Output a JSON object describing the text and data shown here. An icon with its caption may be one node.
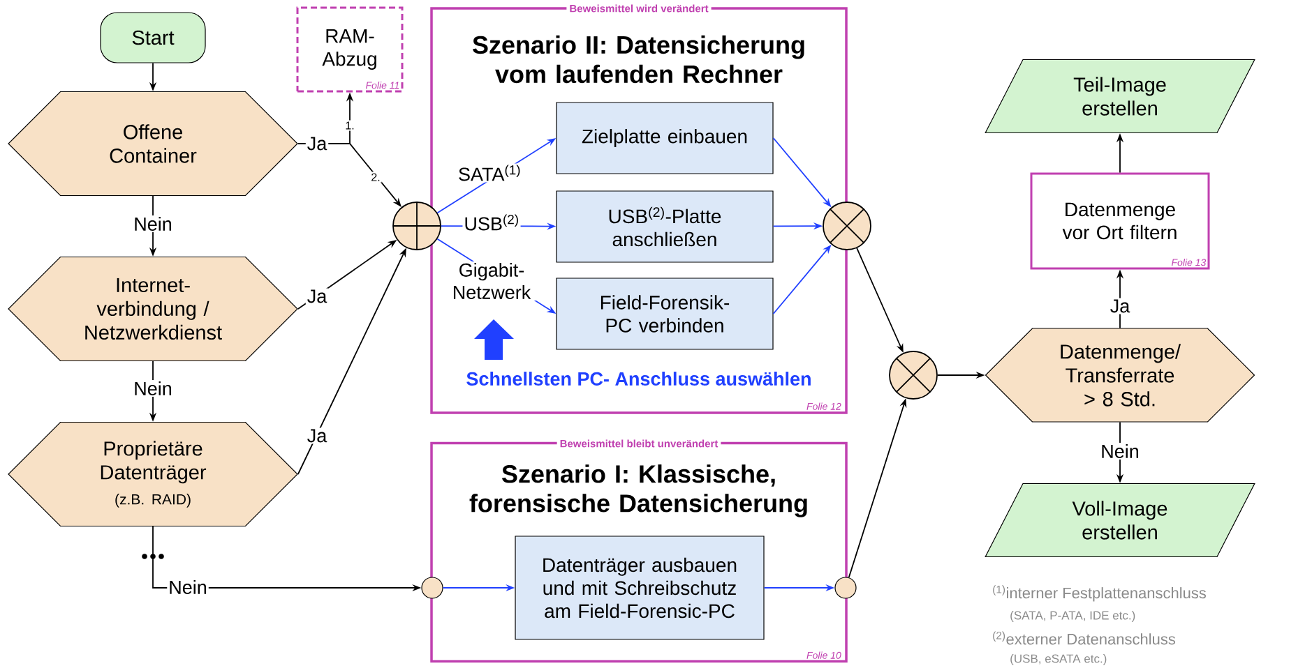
{
  "diagram": {
    "nodes": [
      {
        "text": [
          "Start"
        ]
      },
      {
        "text": [
          "Offene Container"
        ]
      },
      {
        "text": [
          "Internet- verbindung / Netzwerkdienst"
        ]
      },
      {
        "text": [
          "Proprietäre Datenträger",
          "(z.B. RAID)"
        ]
      },
      {
        "text": [
          "RAM- Abzug",
          "Folie 11"
        ]
      },
      {
        "text": [
          "Beweismittel wird verändert",
          "Szenario II: Datensicherung vom laufenden Rechner",
          "Schnellsten PC- Anschluss auswählen",
          "Folie 12"
        ]
      },
      {
        "text": [],
        "shape": "circle"
      },
      {
        "text": [
          "Zielplatte einbauen"
        ],
        "in": 5
      },
      {
        "text": [
          "USB$^{(2)}$-Platte anschließen"
        ],
        "in": 5
      },
      {
        "text": [
          "Field-Forensik-PC verbinden"
        ],
        "in": 5
      },
      {
        "text": [],
        "shape": "circle"
      },
      {
        "text": [
          "Beweismittel bleibt unverändert",
          "Szenario I: Klassische, forensische Datensicherung",
          "Folie 10"
        ]
      },
      {
        "text": [],
        "shape": "circle"
      },
      {
        "text": [
          "Datenträger ausbauen und mit Schreibschutz am Field-Forensic-PC"
        ],
        "in": 11
      },
      {
        "text": [],
        "shape": "circle"
      },
      {
        "text": [],
        "shape": "circle"
      },
      {
        "text": [
          "Datenmenge/ Transferrate > 8 Std."
        ]
      },
      {
        "text": [
          "Datenmenge vor Ort filtern",
          "Folie 13"
        ]
      },
      {
        "text": [
          "Teil-Image erstellen"
        ]
      },
      {
        "text": [
          "Voll-Image erstellen"
        ]
      }
    ],
    "edges": [
      {
        "from": 0,
        "to": 1,
        "arrow": "to"
      },
      {
        "from": 1,
        "to": 2,
        "arrow": "to",
        "label": "Nein"
      },
      {
        "from": 2,
        "to": 3,
        "arrow": "to",
        "label": "Nein"
      },
      {
        "from": 1,
        "to": 4,
        "arrow": "to",
        "label": "1."
      },
      {
        "from": 1,
        "to": 6,
        "arrow": "to",
        "label": "2."
      },
      {
        "from": 2,
        "to": 6,
        "arrow": "to",
        "label": "Ja"
      },
      {
        "from": 3,
        "to": 6,
        "arrow": "to",
        "label": "Ja"
      },
      {
        "from": 3,
        "to": 12,
        "arrow": "to",
        "label": "Nein"
      },
      {
        "from": 6,
        "to": 7,
        "arrow": "to",
        "label": "SATA$^{(1)}$",
        "color": "#2040ff"
      },
      {
        "from": 6,
        "to": 8,
        "arrow": "to",
        "label": "USB$^{(2)}$",
        "color": "#2040ff"
      },
      {
        "from": 6,
        "to": 9,
        "arrow": "to",
        "label": "Gigabit- Netzwerk",
        "color": "#2040ff"
      },
      {
        "from": 7,
        "to": 10,
        "arrow": "to",
        "color": "#2040ff"
      },
      {
        "from": 8,
        "to": 10,
        "arrow": "to",
        "color": "#2040ff"
      },
      {
        "from": 9,
        "to": 10,
        "arrow": "to",
        "color": "#2040ff"
      },
      {
        "from": 12,
        "to": 13,
        "arrow": "to",
        "color": "#2040ff"
      },
      {
        "from": 13,
        "to": 14,
        "arrow": "to",
        "color": "#2040ff"
      },
      {
        "from": 10,
        "to": 15,
        "arrow": "to"
      },
      {
        "from": 14,
        "to": 15,
        "arrow": "to"
      },
      {
        "from": 15,
        "to": 16,
        "arrow": "to"
      },
      {
        "from": 16,
        "to": 17,
        "arrow": "to",
        "label": "Ja"
      },
      {
        "from": 17,
        "to": 18,
        "arrow": "to"
      },
      {
        "from": 16,
        "to": 19,
        "arrow": "to",
        "label": "Nein"
      }
    ],
    "labels": [
      "Ja",
      "$^{(1)}$interner Festplattenanschluss",
      "(SATA, P-ATA, IDE etc.)",
      "$^{(2)}$externer Datenanschluss",
      "(USB, eSATA etc.)"
    ]
  }
}
